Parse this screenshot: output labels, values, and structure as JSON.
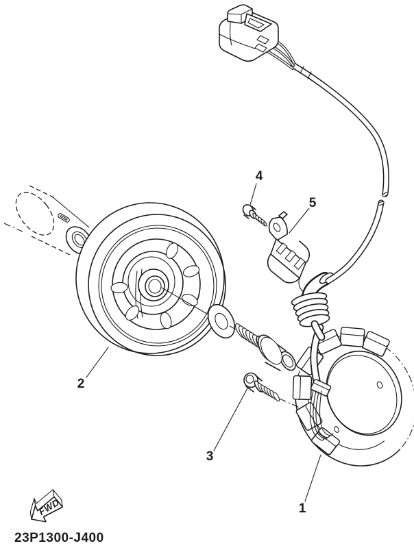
{
  "diagram": {
    "part_code": "23P1300-J400",
    "fwd_label": "FWD",
    "callouts": {
      "c1": "1",
      "c2": "2",
      "c3": "3",
      "c4": "4",
      "c5": "5"
    },
    "colors": {
      "line_color": "#1c1c1c",
      "bg_color": "#ffffff"
    }
  }
}
